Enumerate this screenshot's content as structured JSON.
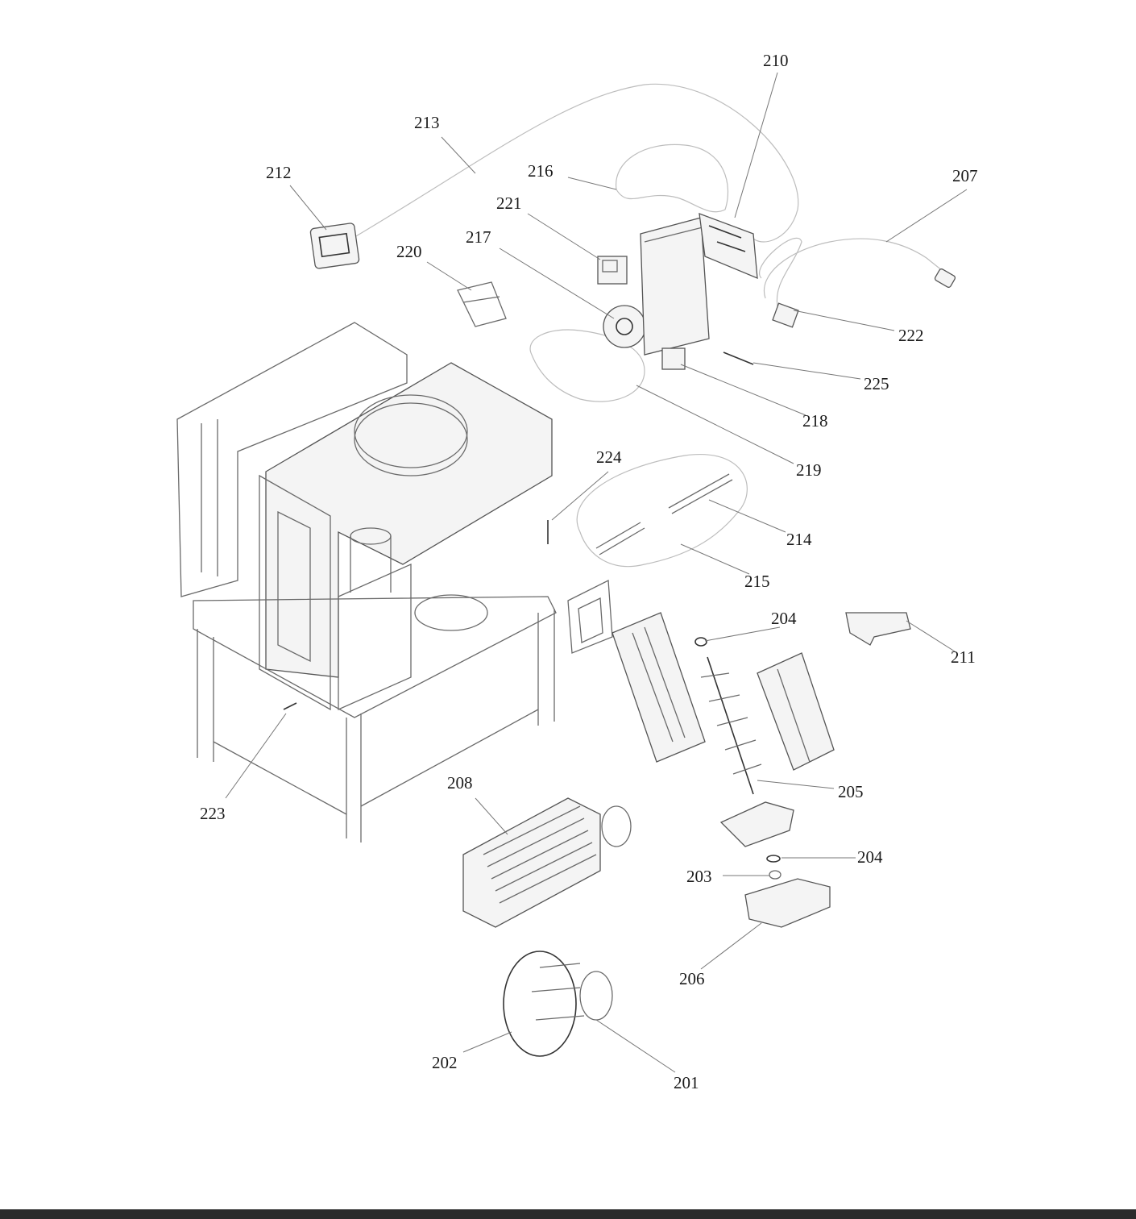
{
  "background_color": "#ffffff",
  "bar_color": "#2b2b2b",
  "callouts": [
    {
      "id": "c210",
      "label": "210"
    },
    {
      "id": "c213",
      "label": "213"
    },
    {
      "id": "c212",
      "label": "212"
    },
    {
      "id": "c216",
      "label": "216"
    },
    {
      "id": "c207",
      "label": "207"
    },
    {
      "id": "c221",
      "label": "221"
    },
    {
      "id": "c217",
      "label": "217"
    },
    {
      "id": "c220",
      "label": "220"
    },
    {
      "id": "c222",
      "label": "222"
    },
    {
      "id": "c225",
      "label": "225"
    },
    {
      "id": "c218",
      "label": "218"
    },
    {
      "id": "c224",
      "label": "224"
    },
    {
      "id": "c219",
      "label": "219"
    },
    {
      "id": "c214",
      "label": "214"
    },
    {
      "id": "c215",
      "label": "215"
    },
    {
      "id": "c204a",
      "label": "204"
    },
    {
      "id": "c211",
      "label": "211"
    },
    {
      "id": "c208",
      "label": "208"
    },
    {
      "id": "c205",
      "label": "205"
    },
    {
      "id": "c223",
      "label": "223"
    },
    {
      "id": "c204b",
      "label": "204"
    },
    {
      "id": "c203",
      "label": "203"
    },
    {
      "id": "c206",
      "label": "206"
    },
    {
      "id": "c202",
      "label": "202"
    },
    {
      "id": "c201",
      "label": "201"
    }
  ]
}
